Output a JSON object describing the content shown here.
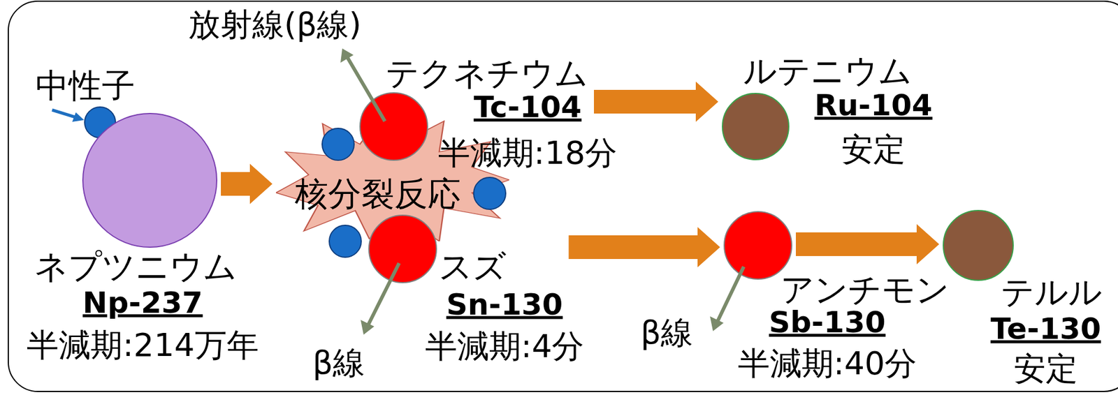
{
  "diagram": {
    "nodes": [
      {
        "text": [
          "中性子"
        ]
      },
      {
        "text": [
          "ネプツニウム",
          "Np-237",
          "半減期:214万年"
        ]
      },
      {
        "text": [
          "核分裂反応"
        ]
      },
      {
        "text": [
          "テクネチウム",
          "Tc-104",
          "半減期:18分"
        ]
      },
      {
        "text": [
          "ルテニウム",
          "Ru-104",
          "安定"
        ]
      },
      {
        "text": [
          "スズ",
          "Sn-130",
          "半減期:4分"
        ]
      },
      {
        "text": [
          "アンチモン",
          "Sb-130",
          "半減期:40分"
        ]
      },
      {
        "text": [
          "テルル",
          "Te-130",
          "安定"
        ]
      }
    ],
    "edges": [
      {
        "from": 1,
        "to": 2,
        "arrow": "to"
      },
      {
        "from": 3,
        "to": 4,
        "arrow": "to"
      },
      {
        "from": 5,
        "to": 6,
        "arrow": "to"
      },
      {
        "from": 6,
        "to": 7,
        "arrow": "to"
      }
    ],
    "labels": [
      "放射線(β線)",
      "β線",
      "β線"
    ]
  }
}
